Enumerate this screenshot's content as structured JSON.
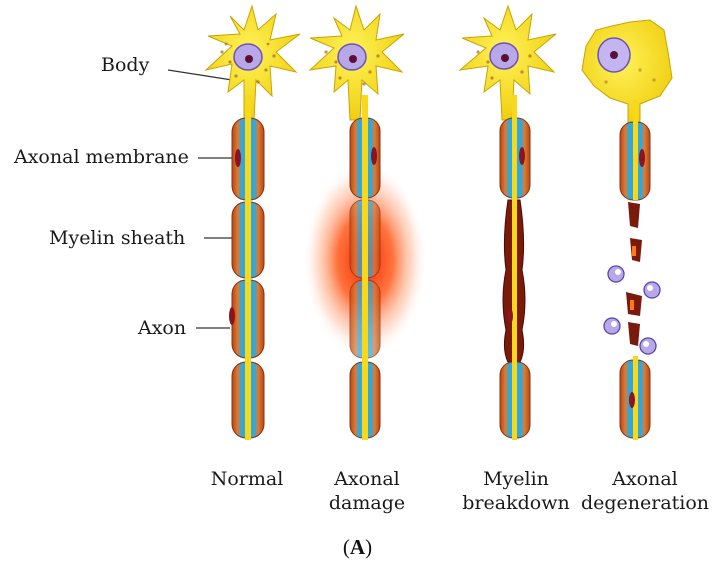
{
  "labels": {
    "body": "Body",
    "axonal_membrane": "Axonal membrane",
    "myelin_sheath": "Myelin sheath",
    "axon": "Axon"
  },
  "stages": [
    {
      "line1": "Normal",
      "line2": ""
    },
    {
      "line1": "Axonal",
      "line2": "damage"
    },
    {
      "line1": "Myelin",
      "line2": "breakdown"
    },
    {
      "line1": "Axonal",
      "line2": "degeneration"
    }
  ],
  "panel": {
    "open": "(",
    "letter": "A",
    "close": ")"
  },
  "colors": {
    "cell_body": "#f7e21f",
    "cell_outline": "#c9a400",
    "axon": "#f7d81a",
    "myelin_blue": "#3cb8e6",
    "membrane": "#c0551e",
    "nucleus": "#b9a8e8",
    "damage_glow": "#ff2a00",
    "degraded": "#7a1a0a"
  }
}
